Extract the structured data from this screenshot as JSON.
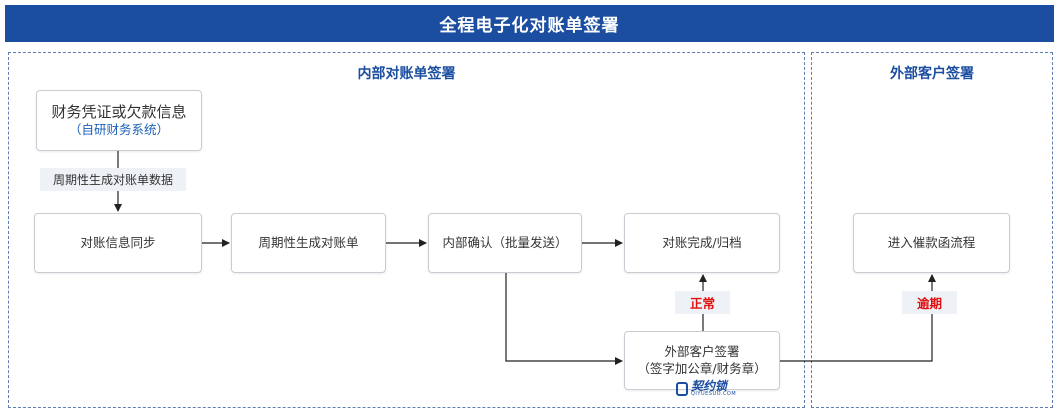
{
  "title": "全程电子化对账单签署",
  "sections": {
    "internal": "内部对账单签署",
    "external": "外部客户签署"
  },
  "nodes": {
    "source_main": "财务凭证或欠款信息",
    "source_sub": "（自研财务系统）",
    "sync": "对账信息同步",
    "generate": "周期性生成对账单",
    "confirm": "内部确认（批量发送）",
    "complete": "对账完成/归档",
    "ext_sign_line1": "外部客户签署",
    "ext_sign_line2": "（签字加公章/财务章）",
    "collection": "进入催款函流程"
  },
  "labels": {
    "periodic_data": "周期性生成对账单数据",
    "normal": "正常",
    "overdue": "逾期"
  },
  "logo": {
    "name": "契约锁",
    "sub": "QIYUESUO.COM"
  },
  "colors": {
    "brand_blue": "#1b4ea0",
    "status_red": "#e01010",
    "label_bg": "#eef1f6"
  }
}
